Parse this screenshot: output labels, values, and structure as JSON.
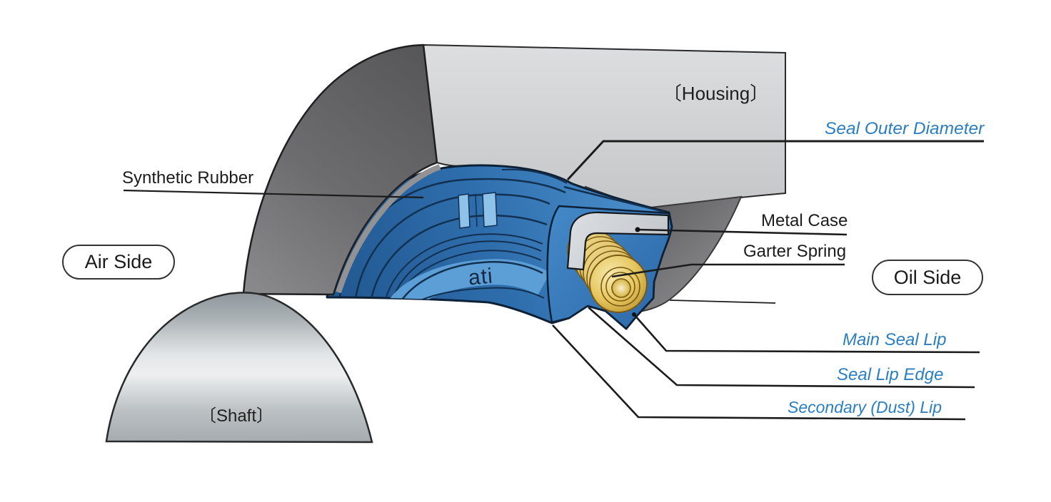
{
  "labels": {
    "housing": "〔Housing〕",
    "shaft": "〔Shaft〕",
    "synthetic_rubber": "Synthetic Rubber",
    "seal_outer_diameter": "Seal Outer Diameter",
    "metal_case": "Metal Case",
    "garter_spring": "Garter Spring",
    "main_seal_lip": "Main Seal Lip",
    "seal_lip_edge": "Seal Lip Edge",
    "secondary_dust_lip": "Secondary (Dust) Lip",
    "air_side": "Air Side",
    "oil_side": "Oil Side",
    "seal_marking": "ati"
  },
  "colors": {
    "background": "#ffffff",
    "callout_blue": "#2b7ec2",
    "label_black": "#1c1c1c",
    "seal_blue": "#2f72b2",
    "seal_blue_light": "#5c9fd6",
    "seal_outline": "#0d2036",
    "spring_gold": "#e2c05a",
    "metal_case_gray": "#ced2d6",
    "housing_light_gray": "#d5d7d9",
    "housing_dark_gray": "#6a6a6d",
    "shaft_gray": "#c6cacd"
  }
}
